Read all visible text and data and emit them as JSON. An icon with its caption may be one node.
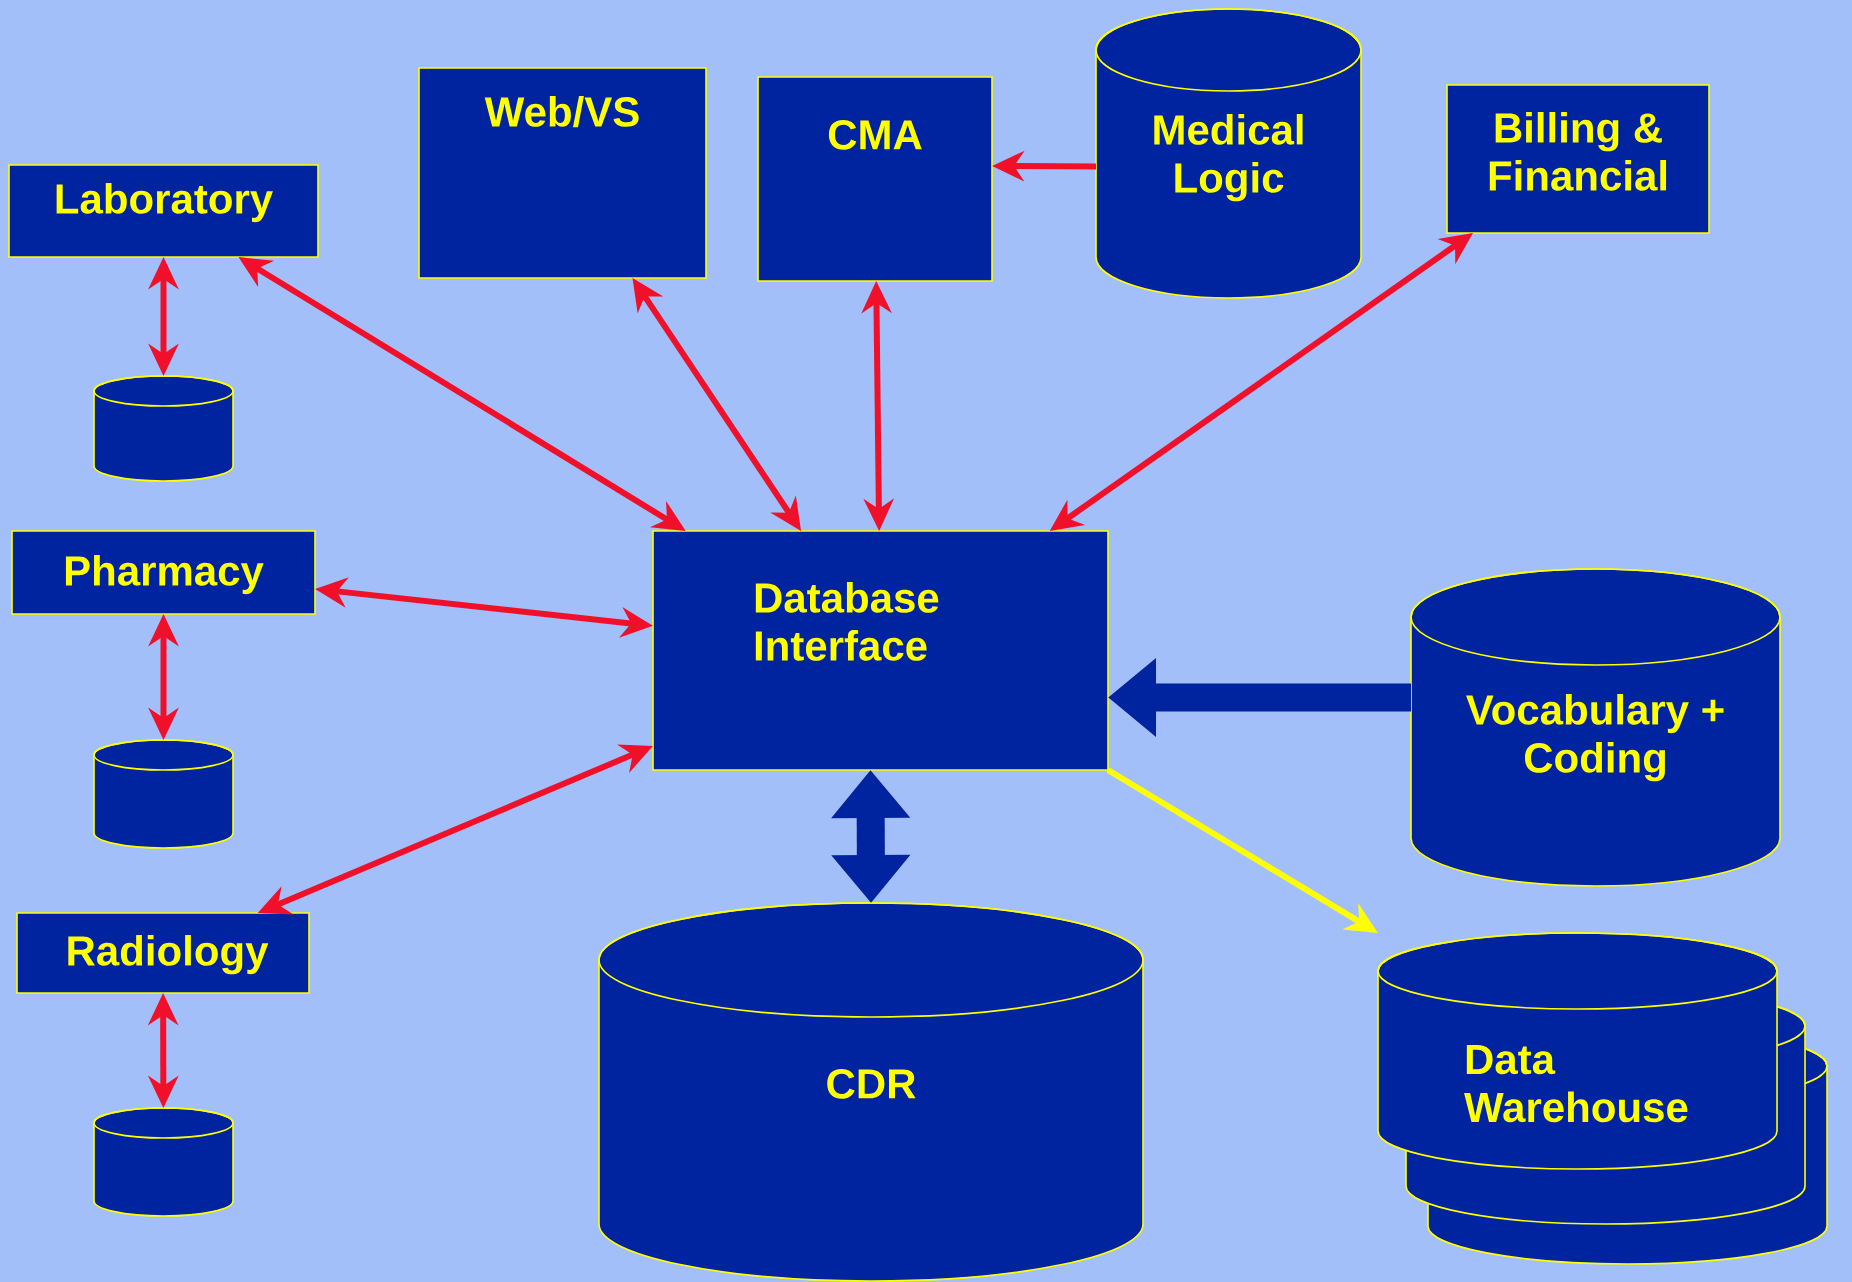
{
  "diagram": {
    "nodes": [
      {
        "text": [
          "Web/VS"
        ]
      },
      {
        "text": [
          "CMA"
        ]
      },
      {
        "text": [
          "Medical Logic"
        ]
      },
      {
        "text": [
          "Laboratory"
        ]
      },
      {
        "text": [
          "Billing & Financial"
        ]
      },
      {
        "text": [],
        "shape": "cylinder"
      },
      {
        "text": [
          "Pharmacy"
        ]
      },
      {
        "text": [
          "Database Interface"
        ]
      },
      {
        "text": [
          "Vocabulary + Coding"
        ]
      },
      {
        "text": [],
        "shape": "cylinder"
      },
      {
        "text": [
          "Radiology"
        ]
      },
      {
        "text": [
          "CDR"
        ]
      },
      {
        "text": [
          "Data Warehouse"
        ]
      },
      {
        "text": [],
        "shape": "cylinder"
      }
    ],
    "edges": [
      {
        "from": 3,
        "to": 5,
        "arrow": "both"
      },
      {
        "from": 3,
        "to": 7,
        "arrow": "both"
      },
      {
        "from": 0,
        "to": 7,
        "arrow": "both"
      },
      {
        "from": 1,
        "to": 7,
        "arrow": "both"
      },
      {
        "from": 2,
        "to": 1,
        "arrow": "to"
      },
      {
        "from": 4,
        "to": 7,
        "arrow": "both"
      },
      {
        "from": 6,
        "to": 7,
        "arrow": "both"
      },
      {
        "from": 6,
        "to": 9,
        "arrow": "both"
      },
      {
        "from": 10,
        "to": 7,
        "arrow": "both"
      },
      {
        "from": 10,
        "to": 13,
        "arrow": "both"
      },
      {
        "from": 8,
        "to": 7,
        "arrow": "to",
        "style": "thick",
        "color": "#00239f"
      },
      {
        "from": 11,
        "to": 7,
        "arrow": "both",
        "style": "thick",
        "color": "#00239f"
      },
      {
        "from": 7,
        "to": 12,
        "arrow": "to",
        "color": "#ffff00"
      }
    ]
  }
}
